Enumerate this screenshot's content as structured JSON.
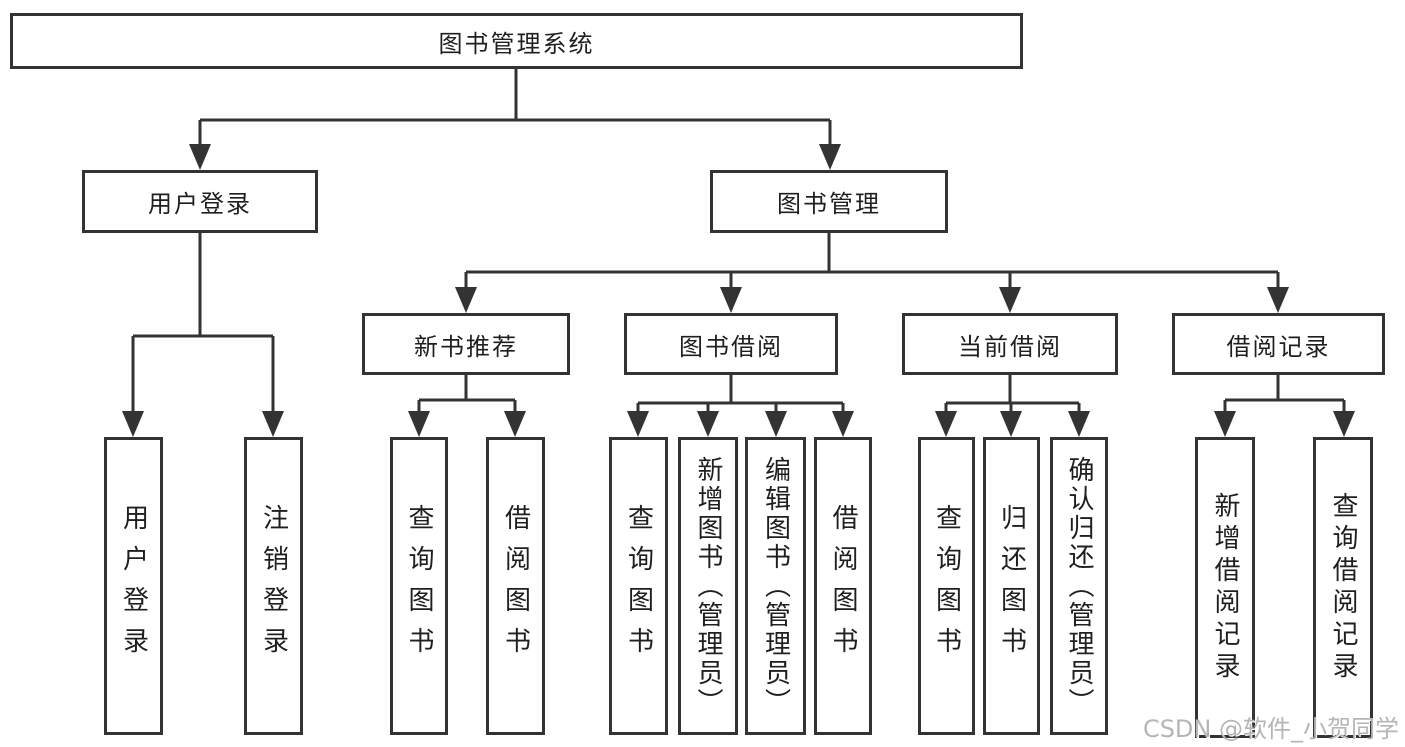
{
  "diagram": {
    "type": "hierarchy-tree",
    "root": {
      "label": "图书管理系统",
      "children": [
        {
          "label": "用户登录",
          "children": [
            {
              "label": "用户登录"
            },
            {
              "label": "注销登录"
            }
          ]
        },
        {
          "label": "图书管理",
          "children": [
            {
              "label": "新书推荐",
              "children": [
                {
                  "label": "查询图书"
                },
                {
                  "label": "借阅图书"
                }
              ]
            },
            {
              "label": "图书借阅",
              "children": [
                {
                  "label": "查询图书"
                },
                {
                  "label": "新增图书（管理员）"
                },
                {
                  "label": "编辑图书（管理员）"
                },
                {
                  "label": "借阅图书"
                }
              ]
            },
            {
              "label": "当前借阅",
              "children": [
                {
                  "label": "查询图书"
                },
                {
                  "label": "归还图书"
                },
                {
                  "label": "确认归还（管理员）"
                }
              ]
            },
            {
              "label": "借阅记录",
              "children": [
                {
                  "label": "新增借阅记录"
                },
                {
                  "label": "查询借阅记录"
                }
              ]
            }
          ]
        }
      ]
    }
  },
  "watermark": {
    "text": "CSDN @软件_小贺同学"
  },
  "colors": {
    "line": "#333333",
    "box_border": "#333333",
    "box_background": "#ffffff",
    "text": "#1f1f1f",
    "watermark": "#b5b5b5"
  }
}
